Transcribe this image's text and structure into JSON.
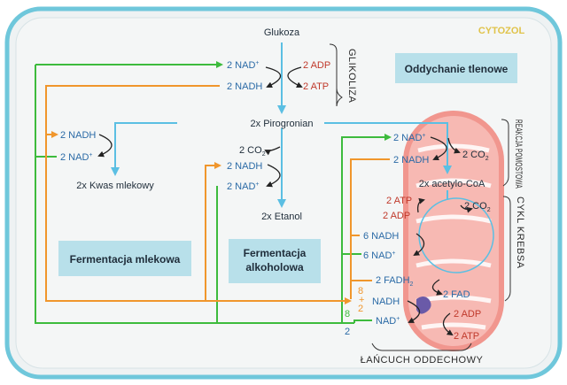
{
  "colors": {
    "green": "#3dbb3d",
    "orange": "#f0962c",
    "blue_arrow": "#5bbfe3",
    "nad_blue": "#2a6aa6",
    "atp_red": "#c0392b",
    "box_fill": "#b8e0ea",
    "mito_pink": "#f3a7a2",
    "cytozol_yellow": "#e0c34a",
    "cell_border": "#6fc7db"
  },
  "labels": {
    "cytozol": "CYTOZOL",
    "glukoza": "Glukoza",
    "glikoliza": "GLIKOLIZA",
    "pirogronian": "2x Pirogronian",
    "kwas_mlekowy": "2x Kwas mlekowy",
    "etanol": "2x Etanol",
    "acetylo_coa": "2x acetylo-CoA",
    "reakcja_pomostowa": "REAKCJA POMOSTOWA",
    "cykl_krebsa": "CYKL KREBSA",
    "lancuch": "ŁAŃCUCH ODDECHOWY",
    "oddychanie_tlenowe": "Oddychanie tlenowe",
    "fermentacja_mlekowa": "Fermentacja mlekowa",
    "fermentacja_alko_1": "Fermentacja",
    "fermentacja_alko_2": "alkoholowa"
  },
  "glycolysis": {
    "nad": "2 NAD",
    "nadh": "2 NADH",
    "adp": "2 ADP",
    "atp": "2 ATP"
  },
  "lactic": {
    "nadh": "2 NADH",
    "nad": "2 NAD"
  },
  "alcoholic": {
    "co2": "2 CO",
    "nadh": "2 NADH",
    "nad": "2 NAD"
  },
  "bridge": {
    "nad": "2 NAD",
    "nadh": "2 NADH",
    "co2": "2 CO"
  },
  "krebs": {
    "atp": "2 ATP",
    "adp": "2 ADP",
    "co2": "2 CO",
    "nadh": "6 NADH",
    "nad": "6 NAD",
    "fadh": "2 FADH",
    "fad": "2 FAD"
  },
  "chain": {
    "count_8_top": "8",
    "plus": "+",
    "count_2": "2",
    "nadh": "NADH",
    "nad": "NAD",
    "adp": "2 ADP",
    "atp": "2 ATP",
    "count_8_left": "8",
    "count_2_bottom": "2"
  },
  "sub2": "2",
  "sup_plus": "+"
}
